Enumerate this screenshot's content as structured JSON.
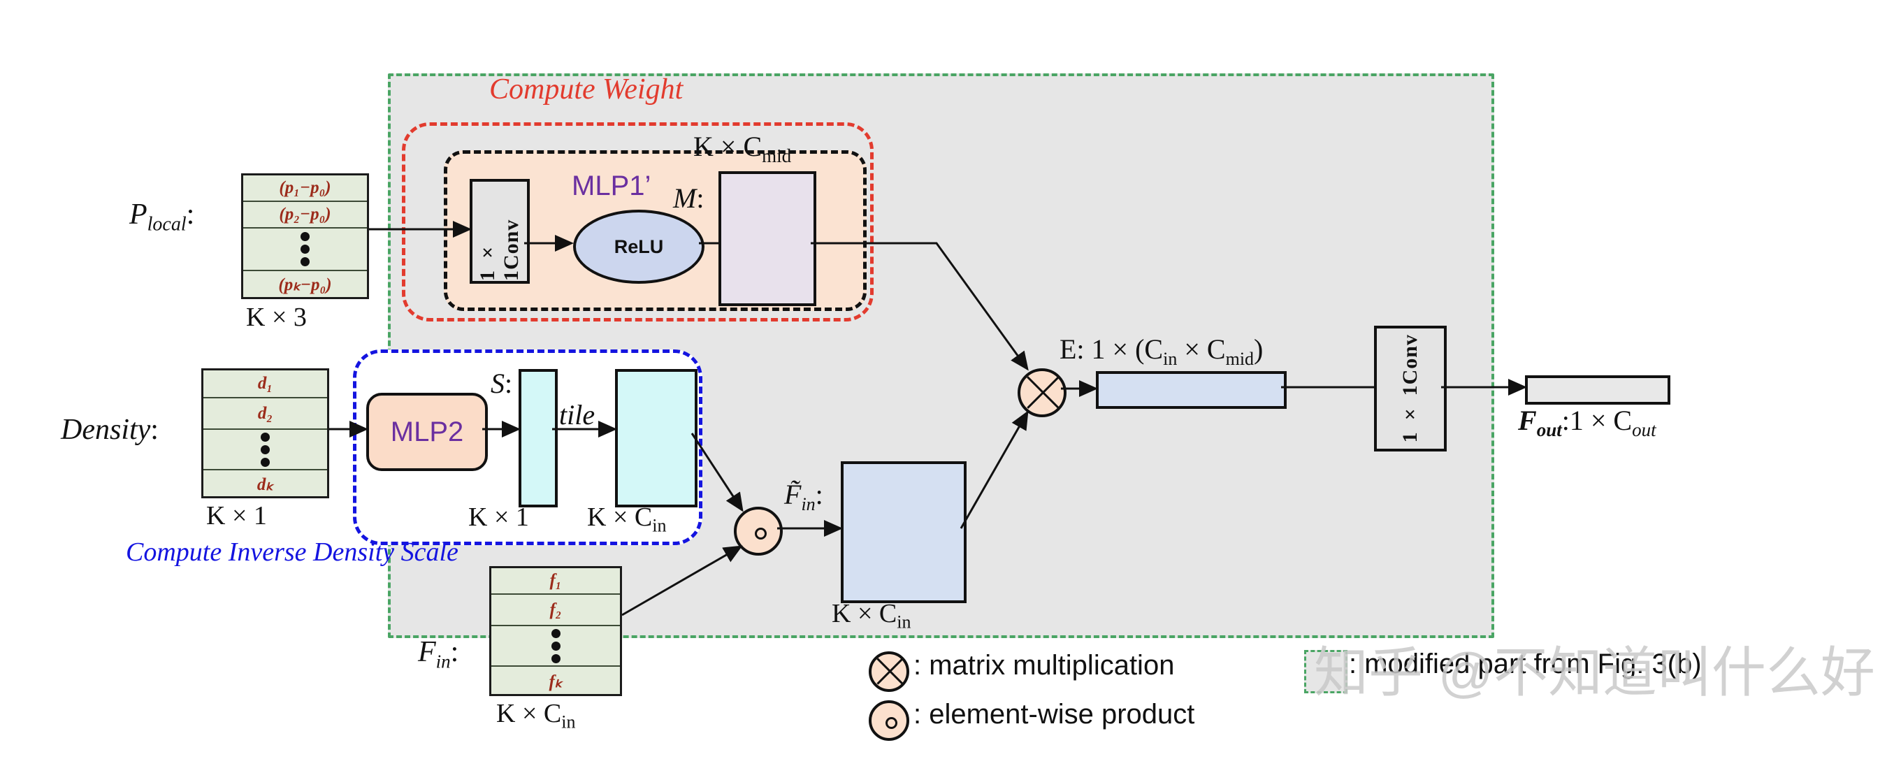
{
  "figure": {
    "title_compute_weight": "Compute Weight",
    "title_compute_density": "Compute Inverse Density Scale",
    "watermark": "知乎 @不知道叫什么好"
  },
  "colors": {
    "green_region": "#4aa564",
    "red_region": "#e23b2e",
    "blue_region": "#1414e0",
    "black_region": "#111111",
    "grey_fill": "#e6e6e6",
    "peach_fill": "#fbe3d2",
    "matrix_green": "#e4ecdc",
    "matrix_text": "#9c2b1b",
    "cyan_fill": "#d4f8f8",
    "blue_fill": "#d5e0f2",
    "lavender_fill": "#e8e1ec",
    "mlp_purple": "#6a2fa0",
    "relu_fill": "#ccd6ee",
    "op_fill": "#fbe0cd"
  },
  "p_local": {
    "label": "P",
    "label_sub": "local",
    "colon": ":",
    "rows": [
      "(p₁−p₀)",
      "(p₂−p₀)",
      "⋮",
      "(pₖ−p₀)"
    ],
    "shape": "K × 3"
  },
  "density": {
    "label": "Density",
    "colon": ":",
    "rows": [
      "d₁",
      "d₂",
      "⋮",
      "dₖ"
    ],
    "shape": "K × 1"
  },
  "f_in": {
    "label": "F",
    "label_sub": "in",
    "colon": ":",
    "rows": [
      "f₁",
      "f₂",
      "⋮",
      "fₖ"
    ],
    "shape": "K × C",
    "shape_sub": "in"
  },
  "mlp1": {
    "name": "MLP1’",
    "conv_label": "1 × 1Conv",
    "activation": "ReLU"
  },
  "m_matrix": {
    "label": "M",
    "colon": ":",
    "shape": "K × C",
    "shape_sub": "mid"
  },
  "mlp2": {
    "name": "MLP2"
  },
  "s_vector": {
    "label": "S",
    "colon": ":",
    "shape": "K × 1"
  },
  "tile": {
    "label": "tile",
    "shape": "K × C",
    "shape_sub": "in"
  },
  "f_in_tilde": {
    "label": "F̃",
    "label_sub": "in",
    "colon": ":",
    "shape": "K × C",
    "shape_sub": "in"
  },
  "e_vector": {
    "label": "E: 1 × (C",
    "sub1": "in",
    "mid": " × C",
    "sub2": "mid",
    "close": ")"
  },
  "final_conv": {
    "label": "1 × 1Conv"
  },
  "f_out": {
    "label": "F",
    "label_sub": "out",
    "rest": ":1 × C",
    "rest_sub": "out"
  },
  "legend": [
    {
      "icon": "matrix-multiplication-icon",
      "text": ": matrix multiplication"
    },
    {
      "icon": "element-wise-product-icon",
      "text": ": element-wise product"
    },
    {
      "icon": "green-dashdot-square-icon",
      "text": ": modified part from Fig. 3(b)"
    }
  ]
}
